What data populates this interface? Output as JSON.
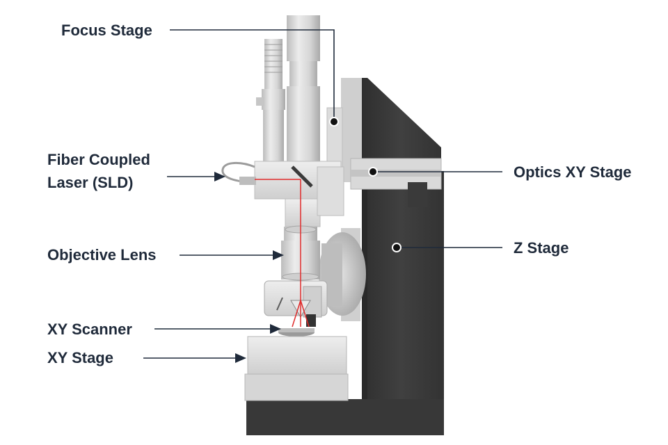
{
  "labels": {
    "focus_stage": "Focus Stage",
    "fiber_laser_line1": "Fiber Coupled",
    "fiber_laser_line2": "Laser (SLD)",
    "objective_lens": "Objective Lens",
    "xy_scanner": "XY Scanner",
    "xy_stage": "XY Stage",
    "optics_xy_stage": "Optics XY Stage",
    "z_stage": "Z Stage"
  },
  "colors": {
    "label_text": "#1f2a3a",
    "leader_line": "#1f2a3a",
    "frame_dark": "#3a3a3a",
    "optics_light": "#d8d8d8",
    "laser_beam": "#e02a2a"
  }
}
